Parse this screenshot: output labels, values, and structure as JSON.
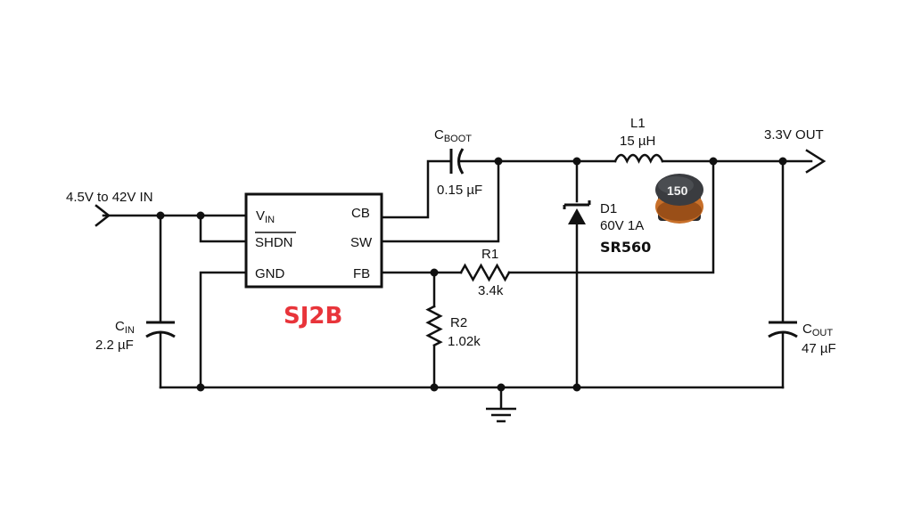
{
  "colors": {
    "wire": "#111111",
    "part_name": "#e8343a",
    "inductor_body": "#3a3c40",
    "inductor_copper": "#c8702a"
  },
  "input_label": "4.5V to 42V IN",
  "output_label": "3.3V OUT",
  "ic": {
    "part_name": "SJ2B",
    "pins": {
      "vin_main": "V",
      "vin_sub": "IN",
      "shdn": "SHDN",
      "gnd": "GND",
      "cb": "CB",
      "sw": "SW",
      "fb": "FB"
    }
  },
  "components": {
    "cboot": {
      "name_main": "C",
      "name_sub": "BOOT",
      "value": "0.15 µF"
    },
    "l1": {
      "name": "L1",
      "value": "15 µH",
      "marking": "150"
    },
    "d1": {
      "name": "D1",
      "rating": "60V 1A",
      "part": "SR560"
    },
    "r1": {
      "name": "R1",
      "value": "3.4k"
    },
    "r2": {
      "name": "R2",
      "value": "1.02k"
    },
    "cin": {
      "name_main": "C",
      "name_sub": "IN",
      "value": "2.2 µF"
    },
    "cout": {
      "name_main": "C",
      "name_sub": "OUT",
      "value": "47 µF"
    }
  },
  "icons": [
    "input-arrow-icon",
    "output-arrow-icon",
    "ground-icon",
    "inductor-photo-icon"
  ]
}
